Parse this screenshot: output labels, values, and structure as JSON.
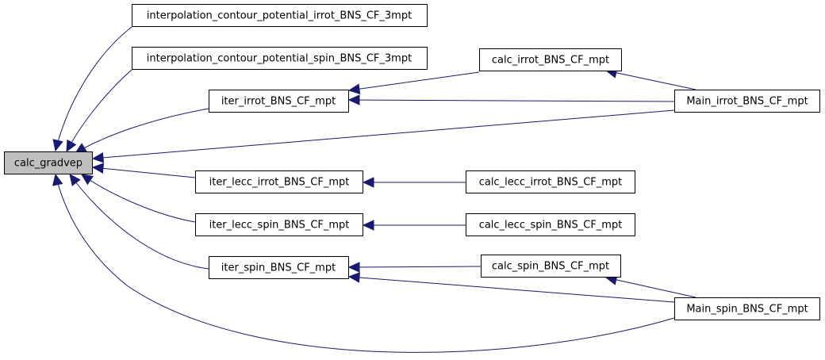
{
  "graph": {
    "nodes": {
      "calc_gradvep": "calc_gradvep",
      "interp_irrot": "interpolation_contour_potential_irrot_BNS_CF_3mpt",
      "interp_spin": "interpolation_contour_potential_spin_BNS_CF_3mpt",
      "iter_irrot": "iter_irrot_BNS_CF_mpt",
      "iter_lecc_irrot": "iter_lecc_irrot_BNS_CF_mpt",
      "iter_lecc_spin": "iter_lecc_spin_BNS_CF_mpt",
      "iter_spin": "iter_spin_BNS_CF_mpt",
      "calc_irrot": "calc_irrot_BNS_CF_mpt",
      "calc_lecc_irrot": "calc_lecc_irrot_BNS_CF_mpt",
      "calc_lecc_spin": "calc_lecc_spin_BNS_CF_mpt",
      "calc_spin": "calc_spin_BNS_CF_mpt",
      "main_irrot": "Main_irrot_BNS_CF_mpt",
      "main_spin": "Main_spin_BNS_CF_mpt"
    },
    "edges": [
      {
        "from": "interp_irrot",
        "to": "calc_gradvep"
      },
      {
        "from": "interp_spin",
        "to": "calc_gradvep"
      },
      {
        "from": "iter_irrot",
        "to": "calc_gradvep"
      },
      {
        "from": "main_irrot",
        "to": "calc_gradvep"
      },
      {
        "from": "iter_lecc_irrot",
        "to": "calc_gradvep"
      },
      {
        "from": "iter_lecc_spin",
        "to": "calc_gradvep"
      },
      {
        "from": "iter_spin",
        "to": "calc_gradvep"
      },
      {
        "from": "main_spin",
        "to": "calc_gradvep"
      },
      {
        "from": "calc_irrot",
        "to": "iter_irrot"
      },
      {
        "from": "main_irrot",
        "to": "iter_irrot"
      },
      {
        "from": "main_irrot",
        "to": "calc_irrot"
      },
      {
        "from": "calc_lecc_irrot",
        "to": "iter_lecc_irrot"
      },
      {
        "from": "calc_lecc_spin",
        "to": "iter_lecc_spin"
      },
      {
        "from": "calc_spin",
        "to": "iter_spin"
      },
      {
        "from": "main_spin",
        "to": "iter_spin"
      },
      {
        "from": "main_spin",
        "to": "calc_spin"
      }
    ],
    "colors": {
      "edge": "#191970",
      "root_fill": "#bfbfbf",
      "node_fill": "#ffffff",
      "border": "#000000"
    }
  }
}
